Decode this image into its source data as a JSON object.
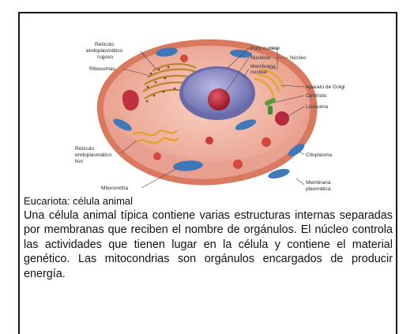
{
  "diagram": {
    "labels": {
      "rer": [
        "Retículo",
        "endoplasmático",
        "rugoso"
      ],
      "ribosomas": "Ribosomas",
      "poro_nuclear": "Poro nuclear",
      "nucleolo": "Nucléolo",
      "membrana_nuclear": [
        "Membrana",
        "nuclear"
      ],
      "nucleo": "Núcleo",
      "golgi": "Aparato de Golgi",
      "centriolo": "Centriolo",
      "lisosoma": "Lisosoma",
      "citoplasma": "Citoplasma",
      "membrana_plasmatica": [
        "Membrana",
        "plasmática"
      ],
      "mitocondria": "Mitocondria",
      "rel": [
        "Retículo",
        "endoplasmático",
        "liso"
      ]
    },
    "colors": {
      "cytoplasm": "#f2b8a8",
      "membrane": "#d9795f",
      "nucleus": "#8f8fc8",
      "nucleolus": "#c0283a",
      "mitochondria": "#3f78b8",
      "golgi": "#e8a640",
      "lysosome": "#b8283c"
    }
  },
  "caption": {
    "title": "Eucariota: célula animal",
    "text": "Una célula animal típica contiene varias estructuras internas separadas por membranas que reciben el nombre de orgánulos. El núcleo controla las actividades que tienen lugar en la célula y contiene el material genético. Las mitocondrias son orgánulos encargados de producir energía."
  }
}
